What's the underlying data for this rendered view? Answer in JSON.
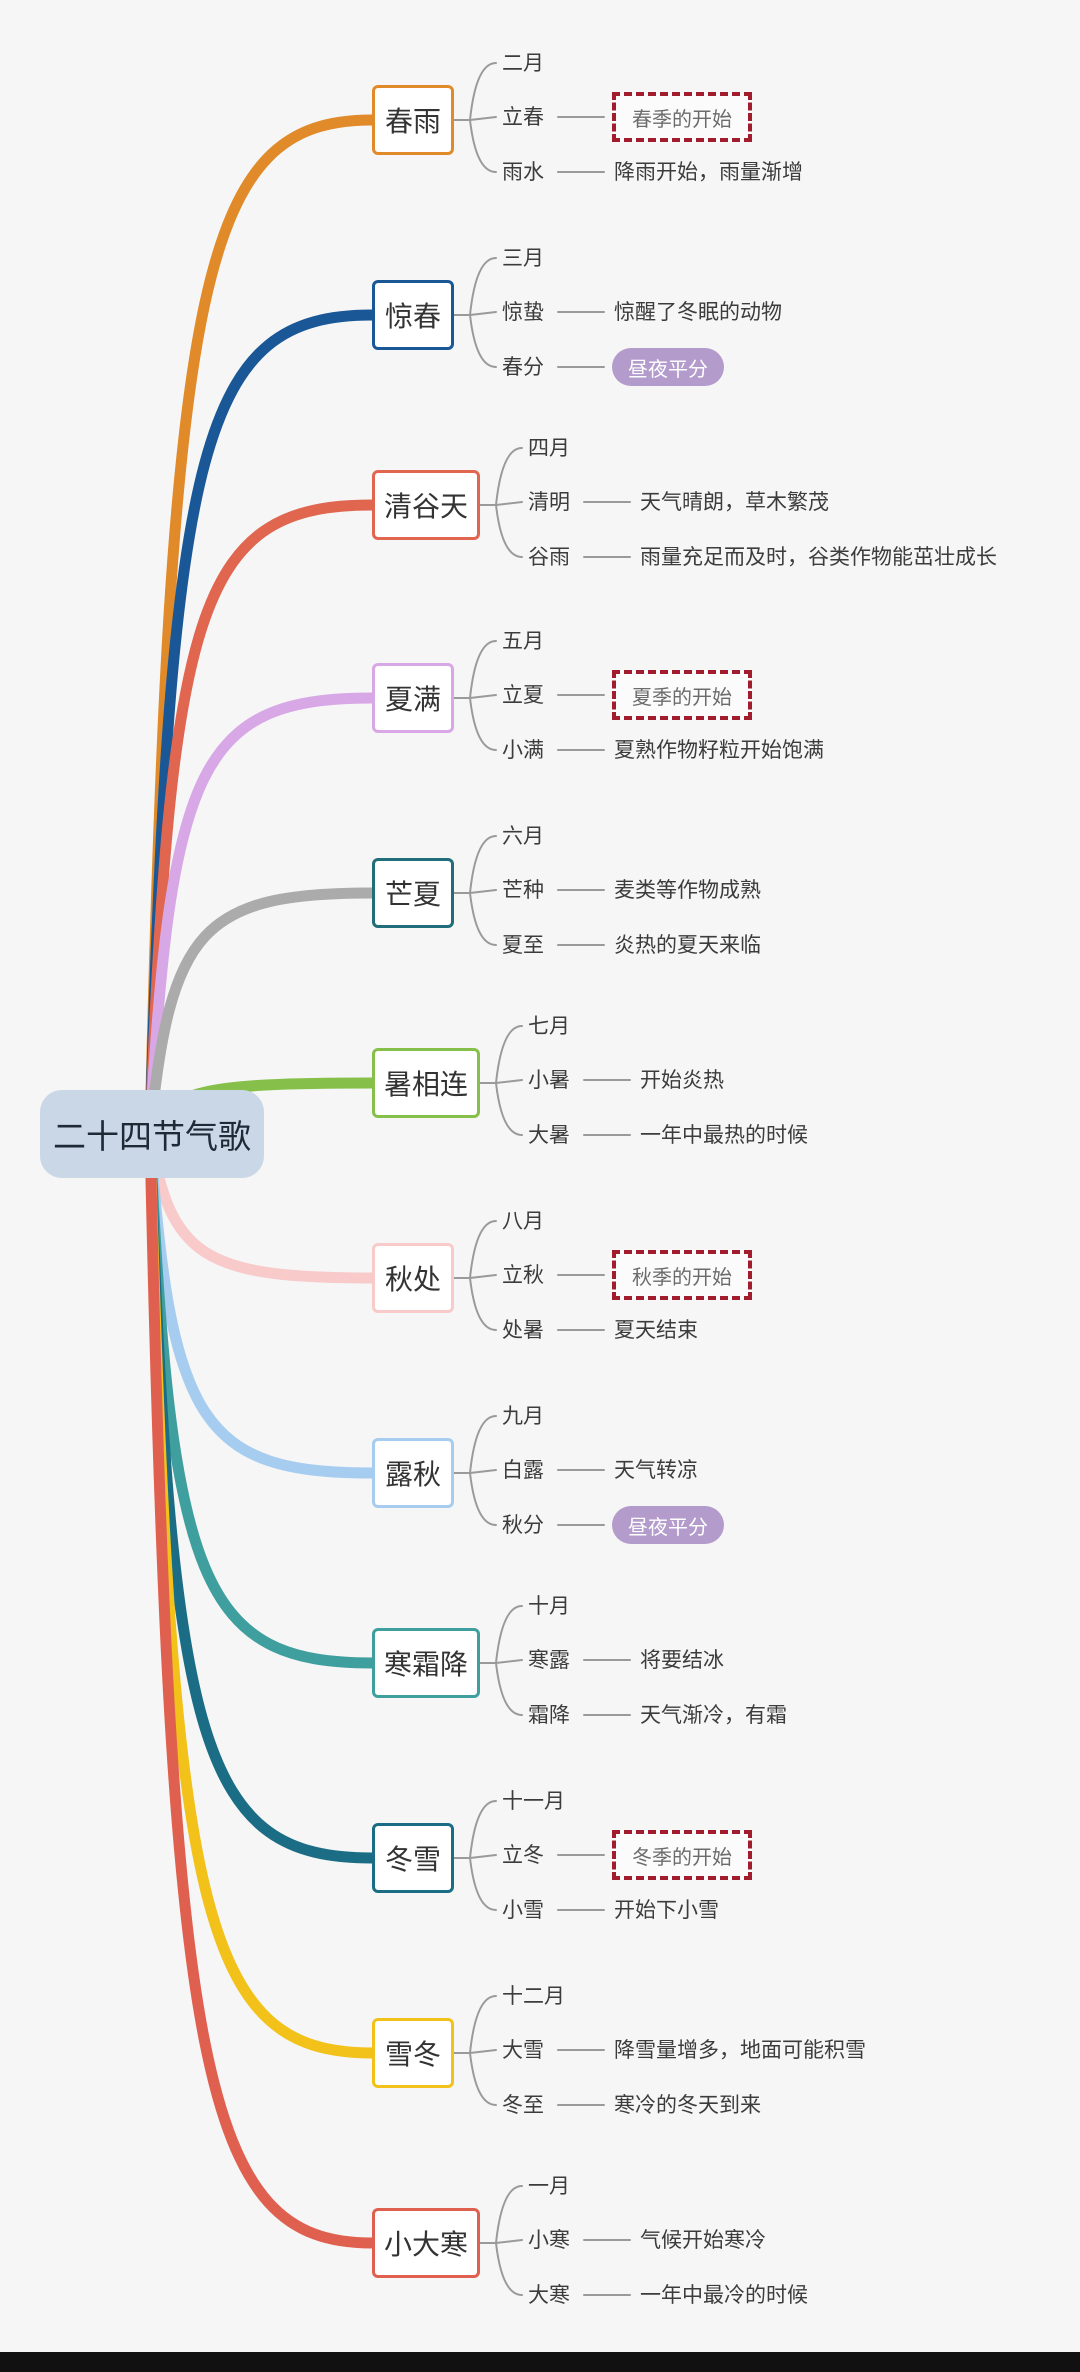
{
  "title": "二十四节气歌",
  "colors": {
    "center_bg": "#c9d7e7",
    "connector": "#9a9a9a",
    "dashed_border": "#a11d2e",
    "pill_bg": "#b39bcb"
  },
  "topics": [
    {
      "label": "春雨",
      "color": "#e08a2a",
      "rows": [
        {
          "name": "二月"
        },
        {
          "name": "立春",
          "kind": "dashed",
          "desc": "春季的开始"
        },
        {
          "name": "雨水",
          "kind": "text",
          "desc": "降雨开始，雨量渐增"
        }
      ]
    },
    {
      "label": "惊春",
      "color": "#1a5796",
      "rows": [
        {
          "name": "三月"
        },
        {
          "name": "惊蛰",
          "kind": "text",
          "desc": "惊醒了冬眠的动物"
        },
        {
          "name": "春分",
          "kind": "pill",
          "desc": "昼夜平分"
        }
      ]
    },
    {
      "label": "清谷天",
      "color": "#e06650",
      "rows": [
        {
          "name": "四月"
        },
        {
          "name": "清明",
          "kind": "text",
          "desc": "天气晴朗，草木繁茂"
        },
        {
          "name": "谷雨",
          "kind": "text",
          "desc": "雨量充足而及时，谷类作物能茁壮成长"
        }
      ]
    },
    {
      "label": "夏满",
      "color": "#d8a8e6",
      "rows": [
        {
          "name": "五月"
        },
        {
          "name": "立夏",
          "kind": "dashed",
          "desc": "夏季的开始"
        },
        {
          "name": "小满",
          "kind": "text",
          "desc": "夏熟作物籽粒开始饱满"
        }
      ]
    },
    {
      "label": "芒夏",
      "color": "#ababab",
      "border": "#1f6e7a",
      "rows": [
        {
          "name": "六月"
        },
        {
          "name": "芒种",
          "kind": "text",
          "desc": "麦类等作物成熟"
        },
        {
          "name": "夏至",
          "kind": "text",
          "desc": "炎热的夏天来临"
        }
      ]
    },
    {
      "label": "暑相连",
      "color": "#86c04a",
      "rows": [
        {
          "name": "七月"
        },
        {
          "name": "小暑",
          "kind": "text",
          "desc": "开始炎热"
        },
        {
          "name": "大暑",
          "kind": "text",
          "desc": "一年中最热的时候"
        }
      ]
    },
    {
      "label": "秋处",
      "color": "#f8caca",
      "rows": [
        {
          "name": "八月"
        },
        {
          "name": "立秋",
          "kind": "dashed",
          "desc": "秋季的开始"
        },
        {
          "name": "处暑",
          "kind": "text",
          "desc": "夏天结束"
        }
      ]
    },
    {
      "label": "露秋",
      "color": "#a6cdf0",
      "rows": [
        {
          "name": "九月"
        },
        {
          "name": "白露",
          "kind": "text",
          "desc": "天气转凉"
        },
        {
          "name": "秋分",
          "kind": "pill",
          "desc": "昼夜平分"
        }
      ]
    },
    {
      "label": "寒霜降",
      "color": "#3f9f9f",
      "rows": [
        {
          "name": "十月"
        },
        {
          "name": "寒露",
          "kind": "text",
          "desc": "将要结冰"
        },
        {
          "name": "霜降",
          "kind": "text",
          "desc": "天气渐冷，有霜"
        }
      ]
    },
    {
      "label": "冬雪",
      "color": "#1b6d85",
      "rows": [
        {
          "name": "十一月"
        },
        {
          "name": "立冬",
          "kind": "dashed",
          "desc": "冬季的开始"
        },
        {
          "name": "小雪",
          "kind": "text",
          "desc": "开始下小雪"
        }
      ]
    },
    {
      "label": "雪冬",
      "color": "#f2c21a",
      "rows": [
        {
          "name": "十二月"
        },
        {
          "name": "大雪",
          "kind": "text",
          "desc": "降雪量增多，地面可能积雪"
        },
        {
          "name": "冬至",
          "kind": "text",
          "desc": "寒冷的冬天到来"
        }
      ]
    },
    {
      "label": "小大寒",
      "color": "#e06050",
      "rows": [
        {
          "name": "一月"
        },
        {
          "name": "小寒",
          "kind": "text",
          "desc": "气候开始寒冷"
        },
        {
          "name": "大寒",
          "kind": "text",
          "desc": "一年中最冷的时候"
        }
      ]
    }
  ]
}
